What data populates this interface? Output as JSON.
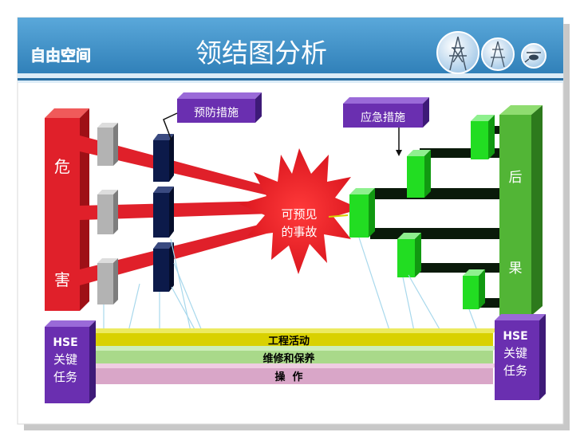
{
  "header": {
    "logo_text": "自由空间",
    "title": "领结图分析"
  },
  "diagram": {
    "hazard": {
      "char1": "危",
      "char2": "害"
    },
    "consequence": {
      "char1": "后",
      "char2": "果"
    },
    "prevention_label": "预防措施",
    "emergency_label": "应急措施",
    "event": {
      "line1": "可预见",
      "line2": "的事故"
    },
    "hse_left": {
      "line1": "HSE",
      "line2": "关键",
      "line3": "任务"
    },
    "hse_right": {
      "line1": "HSE",
      "line2": "关键",
      "line3": "任务"
    },
    "bands": [
      {
        "label": "工程活动",
        "color": "#d9d100"
      },
      {
        "label": "维修和保养",
        "color": "#a9d98a"
      },
      {
        "label": "操  作",
        "color": "#d9a6c8"
      }
    ]
  },
  "colors": {
    "header_blue": "#3d8fc4",
    "hazard_red": "#e0202a",
    "consequence_green": "#52b536",
    "barrier_navy": "#0c1a4a",
    "label_purple": "#6a2fb0",
    "emergency_green": "#22dd22"
  }
}
